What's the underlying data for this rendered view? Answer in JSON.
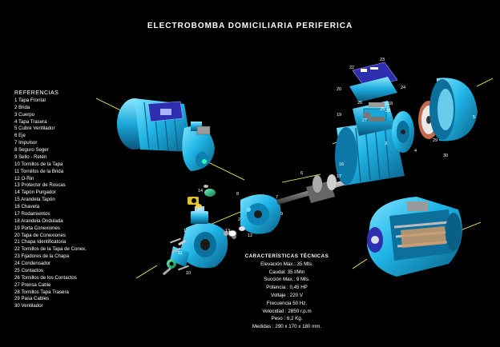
{
  "title": "ELECTROBOMBA DOMICILIARIA PERIFERICA",
  "references": {
    "heading": "REFERENCIAS",
    "items": [
      "1 Tapa Frontal",
      "2 Brida",
      "3 Cuerpo",
      "4 Tapa Trasera",
      "5 Cubre Ventilador",
      "6 Eje",
      "7 Impulsor",
      "8 Seguro Seger",
      "9 Sello - Retén",
      "10 Tornillos de la Tapa",
      "11 Tornillos de la Brida",
      "12 O-Rin",
      "13 Protector de Roscas",
      "14 Tapón Purgador",
      "15 Arandela Tapón",
      "16 Chaveta",
      "17 Rodamientos",
      "18 Arandela Ondulada",
      "19 Porta Conexiones",
      "20 Tapa de Conexiones",
      "21 Chapa Identificatoria",
      "22 Tornillos de la Tapa de Conex.",
      "23 Fijadores de la Chapa",
      "24 Condensador",
      "25 Contactos",
      "26 Tornillos de los Contactos",
      "27 Prensa Cable",
      "28 Tornillos Tapa Trasera",
      "29 Pasa Cables",
      "30 Ventilador"
    ]
  },
  "specs": {
    "heading": "CARACTERÍSTICAS TÉCNICAS",
    "items": [
      "Elevación Max.:  35 Mts.",
      "Caudal:  35 l/Min",
      "Succión Max.: 9 Mts.",
      "Potencia : 0,45 HP",
      "Voltaje : 220 V",
      "Frecuencia 50 Hz.",
      "Velocidad : 2850 r.p.m",
      "Peso : 6,2 Kg.",
      "Medidas : 290 x 170 x 180 mm."
    ]
  },
  "part_labels": [
    "1",
    "2",
    "3",
    "4",
    "5",
    "6",
    "7",
    "8",
    "9",
    "10",
    "11",
    "12",
    "13",
    "14",
    "15",
    "16",
    "17",
    "18",
    "19",
    "20",
    "22",
    "23",
    "24",
    "25",
    "26",
    "27",
    "28",
    "29",
    "30"
  ],
  "colors": {
    "background": "#000000",
    "metal_blue": "#1fb4e6",
    "metal_shadow": "#0b6f9c",
    "plate_blue": "#2d2fb0",
    "axis_yellow": "#ffff66",
    "seal_green": "#1fb07a",
    "text": "#ffffff"
  }
}
